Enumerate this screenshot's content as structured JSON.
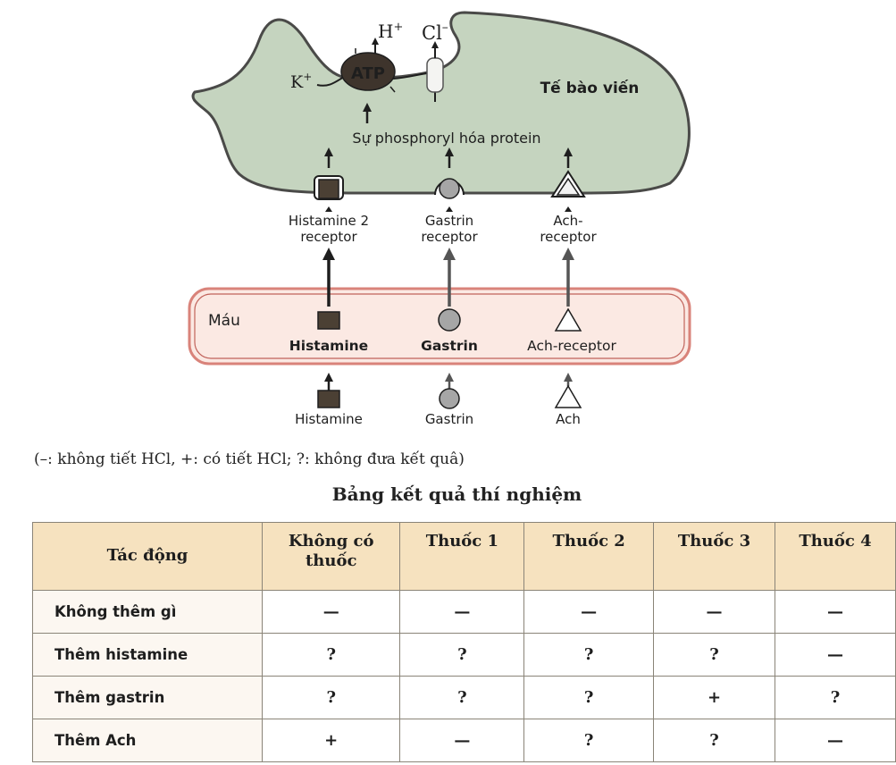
{
  "diagram": {
    "cell_label": "Tế bào viến",
    "ions": {
      "h": "H",
      "h_sup": "+",
      "cl": "Cl",
      "cl_sup": "–",
      "k": "K",
      "k_sup": "+"
    },
    "pump_label": "ATP",
    "phosphorylation_label": "Sự phosphoryl hóa protein",
    "receptors": [
      {
        "line1": "Histamine 2",
        "line2": "receptor",
        "shape": "square"
      },
      {
        "line1": "Gastrin",
        "line2": "receptor",
        "shape": "circle"
      },
      {
        "line1": "Ach-",
        "line2": "receptor",
        "shape": "triangle"
      }
    ],
    "blood_label": "Máu",
    "blood_molecules": [
      "Histamine",
      "Gastrin",
      "Ach-receptor"
    ],
    "sources": [
      "Histamine",
      "Gastrin",
      "Ach"
    ],
    "colors": {
      "cell_fill": "#c5d4bf",
      "cell_stroke": "#4a4a48",
      "blood_fill": "#fbe9e3",
      "blood_stroke": "#d9837a",
      "histamine": "#4b4034",
      "gastrin": "#a6a6a6",
      "ach": "#ffffff"
    }
  },
  "legend": "(–: không tiết HCl, +: có tiết HCl;  ?: không đưa kết quâ)",
  "table": {
    "title": "Bảng kết quả thí nghiệm",
    "header_fill": "#f6e2bf",
    "columns": [
      "Tác động",
      "Không có thuốc",
      "Thuốc 1",
      "Thuốc 2",
      "Thuốc 3",
      "Thuốc 4"
    ],
    "rows": [
      {
        "label": "Không thêm gì",
        "values": [
          "—",
          "—",
          "—",
          "—",
          "—"
        ]
      },
      {
        "label": "Thêm histamine",
        "values": [
          "?",
          "?",
          "?",
          "?",
          "—"
        ]
      },
      {
        "label": "Thêm gastrin",
        "values": [
          "?",
          "?",
          "?",
          "+",
          "?"
        ]
      },
      {
        "label": "Thêm Ach",
        "values": [
          "+",
          "—",
          "?",
          "?",
          "—"
        ]
      }
    ]
  }
}
